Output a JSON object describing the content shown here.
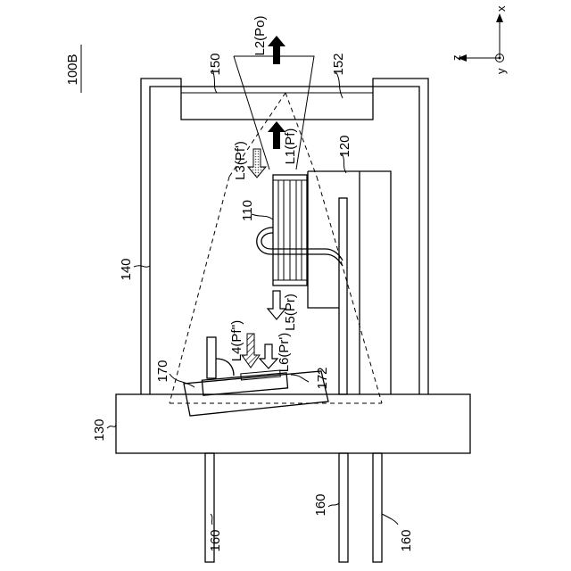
{
  "figure": {
    "title": "100B",
    "labels": {
      "l150": "150",
      "l152": "152",
      "l120": "120",
      "l110": "110",
      "l140": "140",
      "l130": "130",
      "l170": "170",
      "l172": "172",
      "l160a": "160",
      "l160b": "160",
      "l160c": "160"
    },
    "beams": {
      "L1": "L1(Pf)",
      "L2": "L2(Po)",
      "L3": "L3(Pf')",
      "L4": "L4(Pf'')",
      "L5": "L5(Pr)",
      "L6": "L6(Pr')"
    },
    "axes": {
      "x": "x",
      "y": "y",
      "z": "z"
    }
  }
}
